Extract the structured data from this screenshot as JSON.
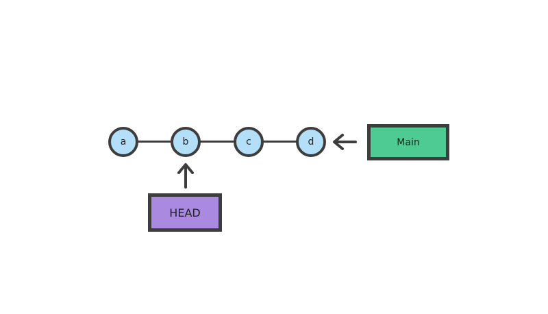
{
  "diagram": {
    "title": "git-commit-graph",
    "nodes": [
      {
        "id": "a",
        "label": "a"
      },
      {
        "id": "b",
        "label": "b"
      },
      {
        "id": "c",
        "label": "c"
      },
      {
        "id": "d",
        "label": "d"
      }
    ],
    "edges": [
      {
        "from": "a",
        "to": "b"
      },
      {
        "from": "b",
        "to": "c"
      },
      {
        "from": "c",
        "to": "d"
      }
    ],
    "refs": {
      "main": {
        "label": "Main",
        "points_to": "d",
        "arrow_direction": "left"
      },
      "head": {
        "label": "HEAD",
        "points_to": "b",
        "arrow_direction": "up"
      }
    }
  },
  "colors": {
    "stroke": "#3d3d3d",
    "node-fill": "#b3e0f8",
    "main-fill": "#4ecb93",
    "head-fill": "#a98ae0",
    "canvas-bg": "#ffffff",
    "text": "#1f1f1f"
  }
}
